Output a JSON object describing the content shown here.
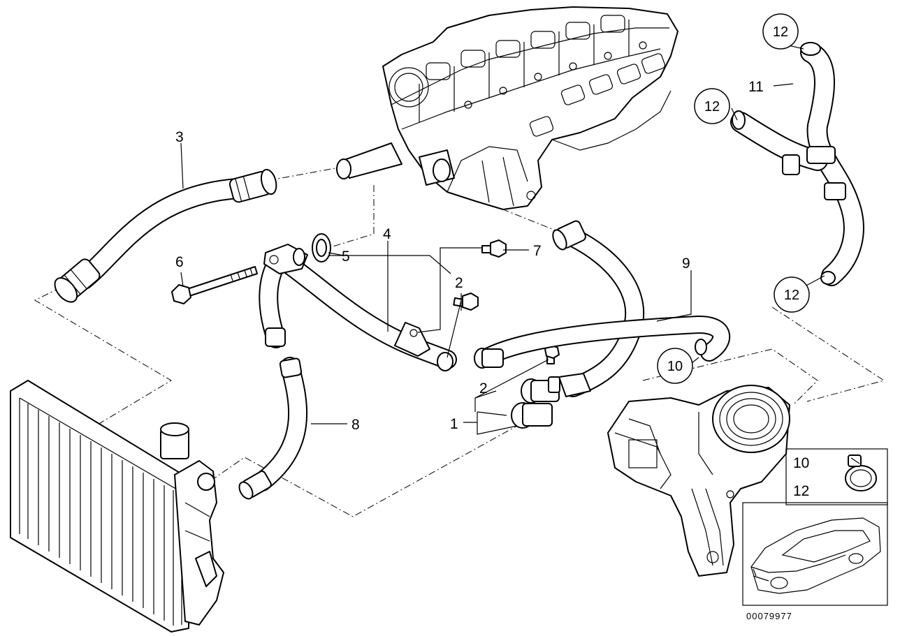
{
  "callouts": {
    "c1": "1",
    "c2a": "2",
    "c2b": "2",
    "c3": "3",
    "c4": "4",
    "c5": "5",
    "c6": "6",
    "c7": "7",
    "c8": "8",
    "c9": "9",
    "c10": "10",
    "c11": "11",
    "c12a": "12",
    "c12b": "12",
    "c12c": "12"
  },
  "legend": {
    "item_10": "10",
    "item_12": "12"
  },
  "reference_number": "00079977"
}
